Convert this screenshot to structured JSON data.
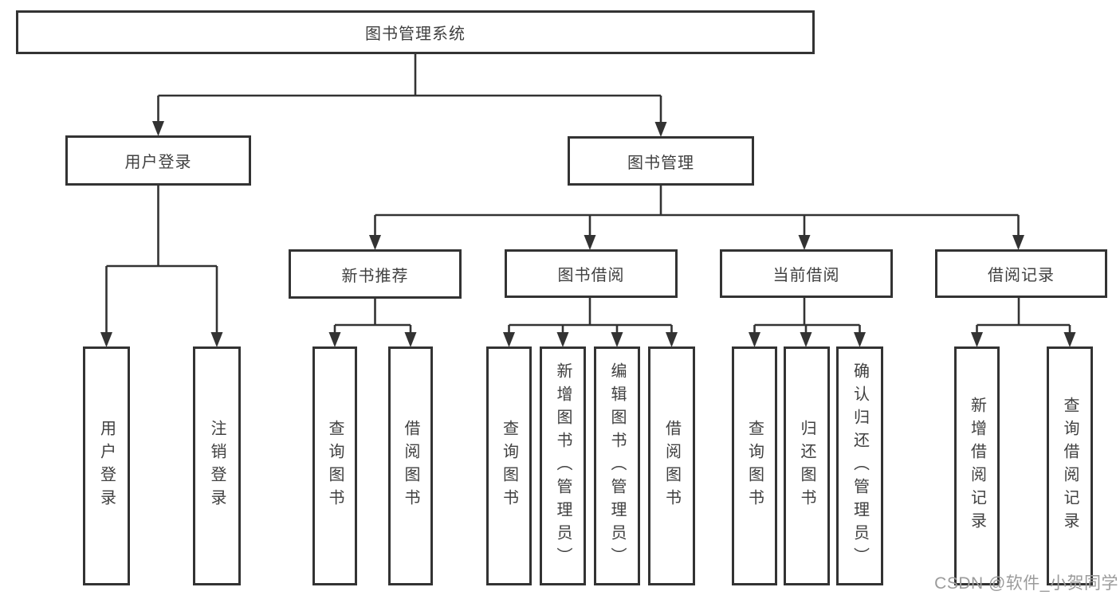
{
  "diagram": {
    "type": "tree",
    "root": {
      "label": "图书管理系统",
      "children": [
        {
          "label": "用户登录",
          "children": [
            {
              "label": "用户登录"
            },
            {
              "label": "注销登录"
            }
          ]
        },
        {
          "label": "图书管理",
          "children": [
            {
              "label": "新书推荐",
              "children": [
                {
                  "label": "查询图书"
                },
                {
                  "label": "借阅图书"
                }
              ]
            },
            {
              "label": "图书借阅",
              "children": [
                {
                  "label": "查询图书"
                },
                {
                  "label": "新增图书（管理员）"
                },
                {
                  "label": "编辑图书（管理员）"
                },
                {
                  "label": "借阅图书"
                }
              ]
            },
            {
              "label": "当前借阅",
              "children": [
                {
                  "label": "查询图书"
                },
                {
                  "label": "归还图书"
                },
                {
                  "label": "确认归还（管理员）"
                }
              ]
            },
            {
              "label": "借阅记录",
              "children": [
                {
                  "label": "新增借阅记录"
                },
                {
                  "label": "查询借阅记录"
                }
              ]
            }
          ]
        }
      ]
    },
    "colors": {
      "line": "#333333",
      "box_border": "#333333",
      "box_fill": "#ffffff",
      "text": "#404040",
      "background": "#ffffff"
    }
  },
  "watermark": {
    "text": "CSDN @软件_小贺同学",
    "color": "#9b9b9b"
  }
}
